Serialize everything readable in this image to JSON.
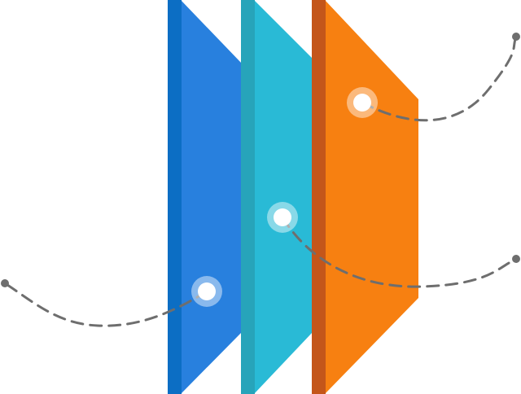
{
  "diagram": {
    "panels": [
      {
        "id": "blue",
        "face_color": "#2880DE",
        "edge_color": "#0C6EC4"
      },
      {
        "id": "cyan",
        "face_color": "#29BAD6",
        "edge_color": "#27A4BA"
      },
      {
        "id": "orange",
        "face_color": "#F78011",
        "edge_color": "#C4561A"
      }
    ],
    "connector_color": "#6E6E6E",
    "marker_fill": "#FFFFFF"
  }
}
